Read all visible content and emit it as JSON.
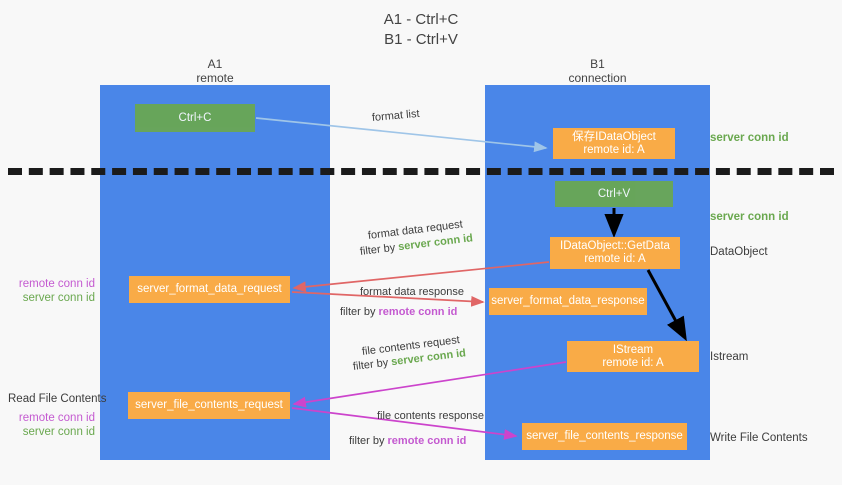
{
  "title": {
    "line1": "A1 - Ctrl+C",
    "line2": "B1 - Ctrl+V"
  },
  "lanes": {
    "a": {
      "name": "A1",
      "role": "remote"
    },
    "b": {
      "name": "B1",
      "role": "connection"
    }
  },
  "nodes": {
    "ctrl_c": {
      "label": "Ctrl+C"
    },
    "ctrl_v": {
      "label": "Ctrl+V"
    },
    "idataobject": {
      "line1": "保存IDataObject",
      "line2": "remote id: A"
    },
    "getdata": {
      "line1": "IDataObject::GetData",
      "line2": "remote id: A"
    },
    "format_data_request": {
      "label": "server_format_data_request"
    },
    "format_data_response": {
      "label": "server_format_data_response"
    },
    "istream": {
      "line1": "IStream",
      "line2": "remote id: A"
    },
    "file_contents_request": {
      "label": "server_file_contents_request"
    },
    "file_contents_response": {
      "label": "server_file_contents_response"
    }
  },
  "captions": {
    "format_list": "format list",
    "format_data_request": "format data request",
    "format_data_response": "format data response",
    "file_contents_request": "file contents request",
    "file_contents_response": "file contents response",
    "filter_by": "filter by ",
    "server_conn_id": "server conn id",
    "remote_conn_id": "remote conn id"
  },
  "side_labels": {
    "server_conn_id": "server conn id",
    "remote_conn_id": "remote conn id",
    "dataobject": "DataObject",
    "istream": "Istream",
    "write_file_contents": "Write File Contents",
    "read_file_contents": "Read File Contents"
  },
  "colors": {
    "lane": "#4a86e8",
    "node_orange": "#f9ab47",
    "node_green": "#6aa84f",
    "green_text": "#6aa84f",
    "magenta_text": "#c45ad0",
    "arrow_blue": "#9fc5e8",
    "arrow_red": "#e06666",
    "arrow_magenta": "#cc44cc",
    "arrow_black": "#000000",
    "background": "#f8f8f8"
  }
}
